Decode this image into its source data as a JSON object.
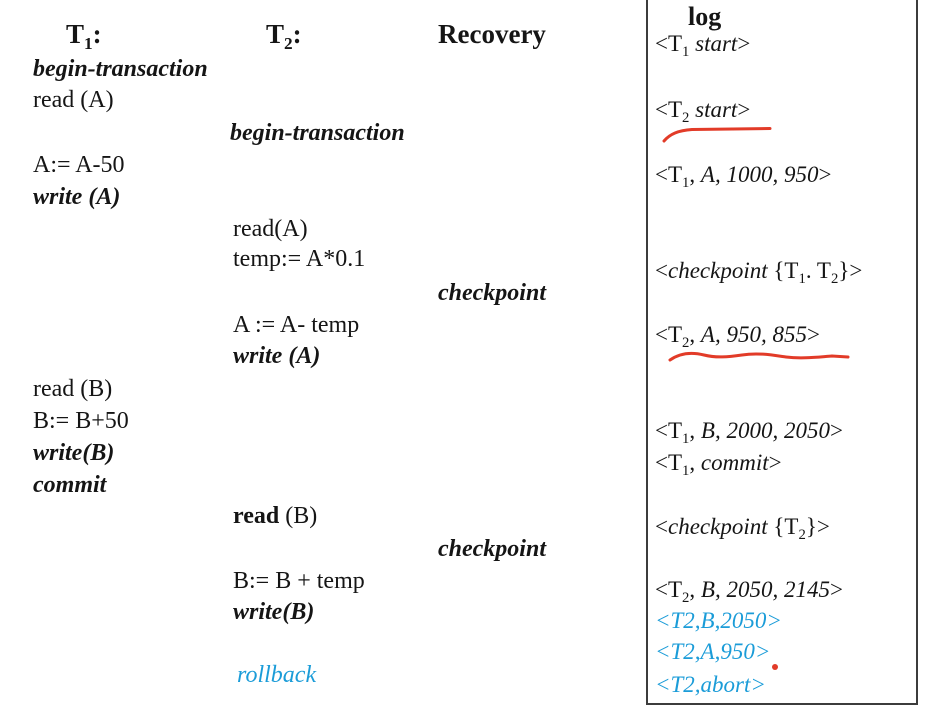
{
  "headers": {
    "t1": {
      "base": "T",
      "sub": "1",
      "suffix": ":"
    },
    "t2": {
      "base": "T",
      "sub": "2",
      "suffix": ":"
    },
    "recovery": "Recovery",
    "log": "log"
  },
  "t1": {
    "begin": "begin-transaction",
    "read_a": "read (A)",
    "assign_a": "A:= A-50",
    "write_a": "write (A)",
    "read_b": "read (B)",
    "assign_b": "B:= B+50",
    "write_b": "write(B)",
    "commit": "commit"
  },
  "t2": {
    "begin": "begin-transaction",
    "read_a": "read(A)",
    "temp": "temp:= A*0.1",
    "assign_a": "A := A- temp",
    "write_a": "write (A)",
    "read_b_word": "read",
    "read_b_rest": " (B)",
    "assign_b": "B:= B + temp",
    "write_b": "write(B)",
    "rollback": "rollback"
  },
  "recovery": {
    "checkpoint1": "checkpoint",
    "checkpoint2": "checkpoint"
  },
  "log": {
    "entries": {
      "t1_start": {
        "pre": "<T",
        "sub": "1",
        "mid": " start",
        "close": ">"
      },
      "t2_start": {
        "pre": "<T",
        "sub": "2",
        "mid": " start",
        "close": ">"
      },
      "t1_a": {
        "pre": "<T",
        "sub": "1",
        "sep": ", ",
        "vals": "A, 1000, 950",
        "close": ">"
      },
      "chk_t1_t2": {
        "open": "<",
        "word": "checkpoint",
        "brace": " {T",
        "sub1": "1",
        "sep": ". T",
        "sub2": "2",
        "close": "}>"
      },
      "t2_a": {
        "pre": "<T",
        "sub": "2",
        "sep": ", ",
        "vals": "A, 950, 855",
        "close": ">"
      },
      "t1_b": {
        "pre": "<T",
        "sub": "1",
        "sep": ", ",
        "vals": "B, 2000, 2050",
        "close": ">"
      },
      "t1_commit": {
        "pre": "<T",
        "sub": "1",
        "sep": ", ",
        "vals": "commit",
        "close": ">"
      },
      "chk_t2": {
        "open": "<",
        "word": "checkpoint",
        "brace": " {T",
        "sub1": "2",
        "close": "}>"
      },
      "t2_b": {
        "pre": "<T",
        "sub": "2",
        "sep": ", ",
        "vals": "B, 2050, 2145",
        "close": ">"
      },
      "undo1": "<T2,B,2050>",
      "undo2": "<T2,A,950>",
      "undo3": "<T2,abort>"
    }
  },
  "colors": {
    "blue": "#1b9cd8",
    "red": "#e23b28",
    "ink": "#151515"
  }
}
